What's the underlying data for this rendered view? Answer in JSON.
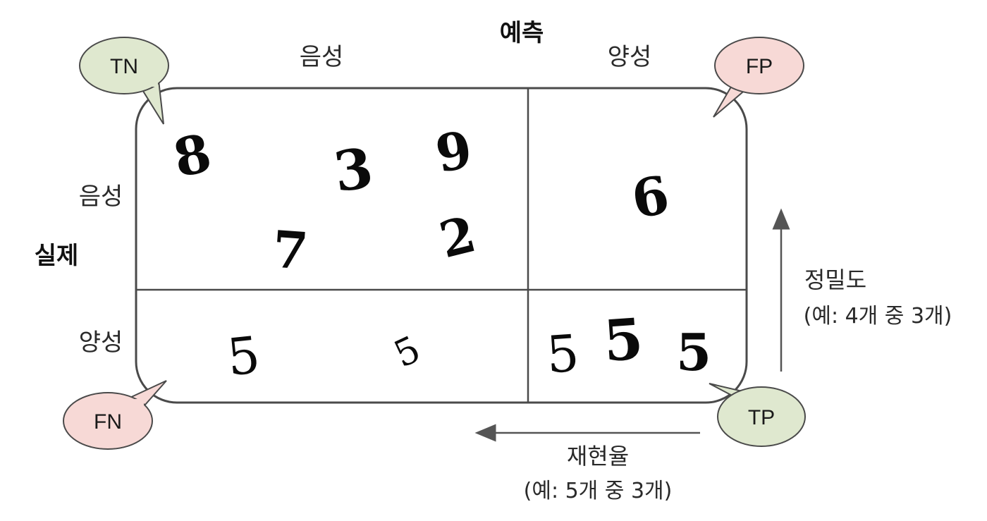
{
  "diagram": {
    "axes": {
      "predicted_title": "예측",
      "actual_title": "실제",
      "col_negative": "음성",
      "col_positive": "양성",
      "row_negative": "음성",
      "row_positive": "양성"
    },
    "quadrant_labels": {
      "tn": "TN",
      "fp": "FP",
      "fn": "FN",
      "tp": "TP"
    },
    "cells": {
      "tn_digits": [
        "8",
        "3",
        "9",
        "7",
        "2"
      ],
      "fp_digits": [
        "6"
      ],
      "fn_digits": [
        "5",
        "5"
      ],
      "tp_digits": [
        "5",
        "5",
        "5"
      ]
    },
    "precision": {
      "label": "정밀도",
      "example": "(예: 4개 중 3개)"
    },
    "recall": {
      "label": "재현율",
      "example": "(예: 5개 중 3개)"
    },
    "colors": {
      "bubble_green": "#dfe8cf",
      "bubble_pink": "#f7d9d6",
      "outline": "#4a4a4a",
      "arrow": "#555555"
    },
    "icons": {
      "precision_arrow": "arrow-up-icon",
      "recall_arrow": "arrow-left-icon"
    }
  }
}
